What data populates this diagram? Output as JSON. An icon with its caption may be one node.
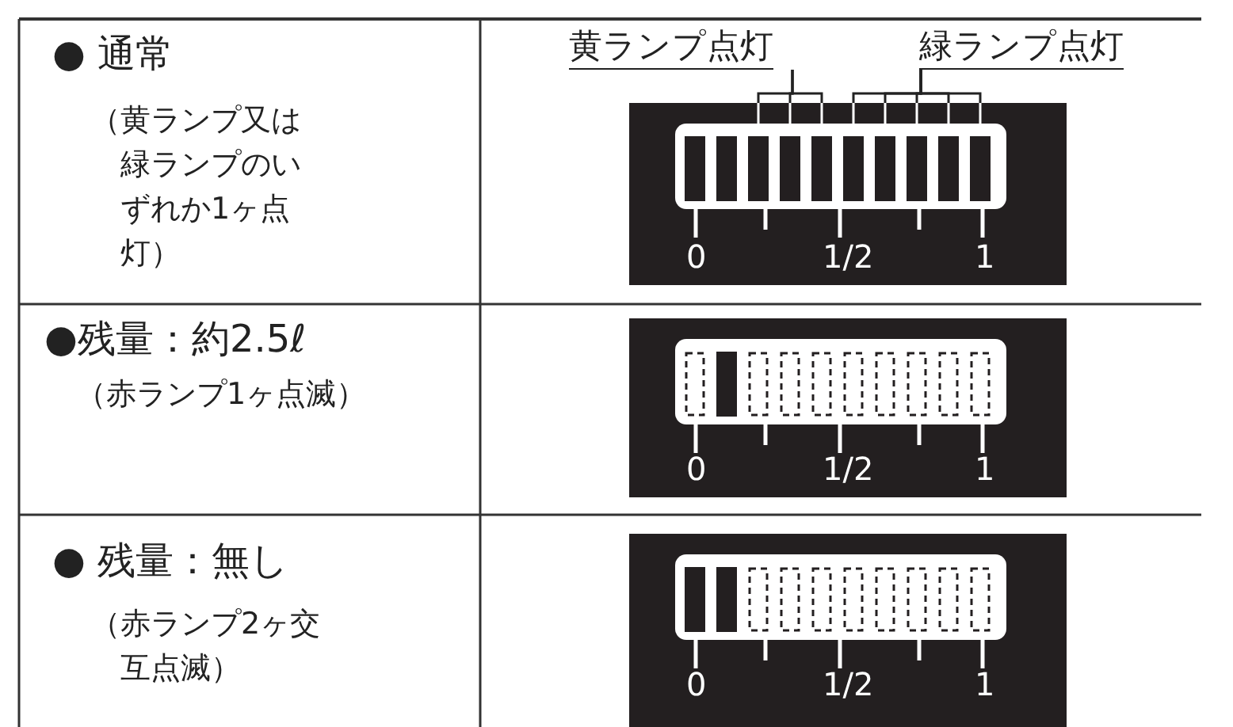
{
  "diagram": {
    "nodes": [
      {
        "text": [
          "黄ランプ点灯"
        ]
      },
      {
        "text": [
          "緑ランプ点灯"
        ]
      },
      {
        "text": [],
        "shape": "bar"
      },
      {
        "text": [],
        "shape": "bar"
      },
      {
        "text": [],
        "shape": "bar"
      },
      {
        "text": [],
        "shape": "bar"
      },
      {
        "text": [],
        "shape": "bar"
      },
      {
        "text": [],
        "shape": "bar"
      },
      {
        "text": [],
        "shape": "bar"
      },
      {
        "text": [],
        "shape": "bar"
      }
    ],
    "edges": [
      {
        "from": 0,
        "to": 2,
        "arrow": "none"
      },
      {
        "from": 0,
        "to": 3,
        "arrow": "none"
      },
      {
        "from": 0,
        "to": 4,
        "arrow": "none"
      },
      {
        "from": 1,
        "to": 5,
        "arrow": "none"
      },
      {
        "from": 1,
        "to": 6,
        "arrow": "none"
      },
      {
        "from": 1,
        "to": 7,
        "arrow": "none"
      },
      {
        "from": 1,
        "to": 8,
        "arrow": "none"
      },
      {
        "from": 1,
        "to": 9,
        "arrow": "none"
      }
    ],
    "labels": [
      "● 通常",
      "（黄ランプ又は緑ランプのいずれか1ヶ点灯）",
      "0",
      "1/2",
      "1",
      "●残量：約2.5ℓ",
      "（赤ランプ1ヶ点滅）",
      "0",
      "1/2",
      "1",
      "● 残量：無し",
      "（赤ランプ2ヶ交互点滅）",
      "0",
      "1/2",
      "1"
    ]
  }
}
